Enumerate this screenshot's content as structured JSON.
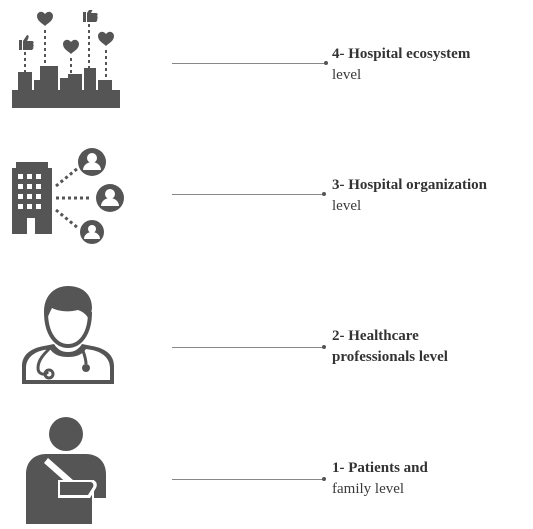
{
  "levels": [
    {
      "line1": "4- Hospital ecosystem",
      "line2": "level",
      "icon": "city-likes-icon"
    },
    {
      "line1": "3- Hospital organization",
      "line2": "level",
      "icon": "building-network-icon"
    },
    {
      "line1": "2- Healthcare",
      "line2": "professionals level",
      "icon": "doctor-icon"
    },
    {
      "line1": "1- Patients and",
      "line2": "family level",
      "icon": "patient-sling-icon"
    }
  ],
  "colors": {
    "icon": "#555555",
    "line": "#888888",
    "text": "#333333"
  }
}
